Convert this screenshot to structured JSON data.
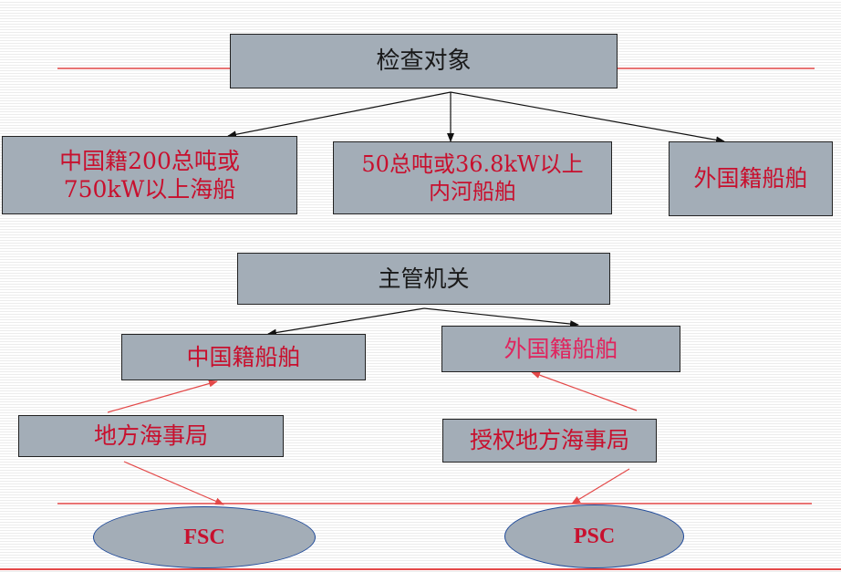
{
  "colors": {
    "box_fill": "#a3adb7",
    "dark_text": "#1a1a1a",
    "red_text": "#c8102e",
    "pink_text": "#e0245e",
    "red_line": "#e34848"
  },
  "top": {
    "title": "检查对象"
  },
  "targets": [
    {
      "line1": "中国籍200总吨或",
      "line2": "750kW以上海船"
    },
    {
      "line1": "50总吨或36.8kW以上",
      "line2": "内河船舶"
    },
    {
      "line1": "外国籍船舶"
    }
  ],
  "authority": {
    "title": "主管机关"
  },
  "ships": {
    "domestic": "中国籍船舶",
    "foreign": "外国籍船舶"
  },
  "offices": {
    "local": "地方海事局",
    "authorized": "授权地方海事局"
  },
  "inspections": {
    "fsc": "FSC",
    "psc": "PSC"
  }
}
